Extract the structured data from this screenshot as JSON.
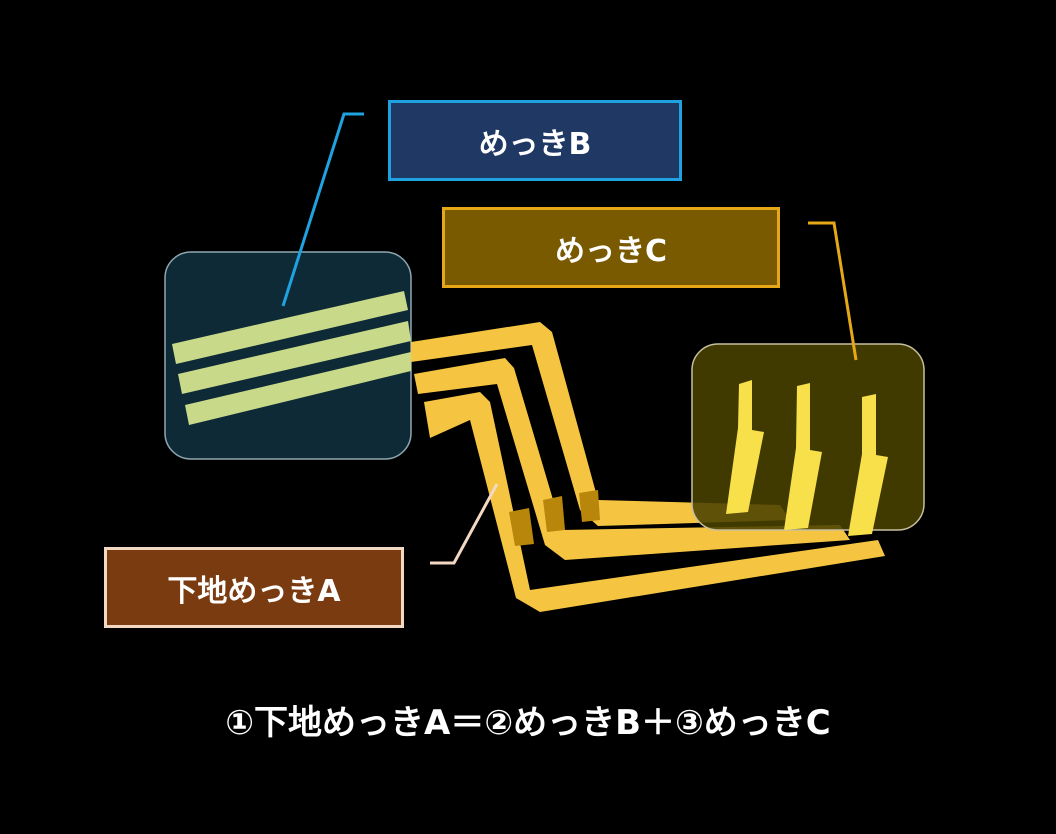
{
  "labels": {
    "plating_b": "めっきB",
    "plating_c": "めっきC",
    "base_plating_a": "下地めっきA"
  },
  "caption": "①下地めっきA＝②めっきB＋③めっきC",
  "colors": {
    "background": "#000000",
    "plating_b_fill": "#1F3864",
    "plating_b_border": "#1FA2E0",
    "plating_c_fill": "#7A5A00",
    "plating_c_border": "#E6A817",
    "base_a_fill": "#7B3B10",
    "base_a_border": "#F3D8C4",
    "trace": "#F5C542",
    "trace_dark": "#B8860B",
    "left_region": "#0E2A36",
    "left_stripes": "#C9D98A",
    "right_region": "#4A4200",
    "right_pins": "#F7E04A"
  }
}
